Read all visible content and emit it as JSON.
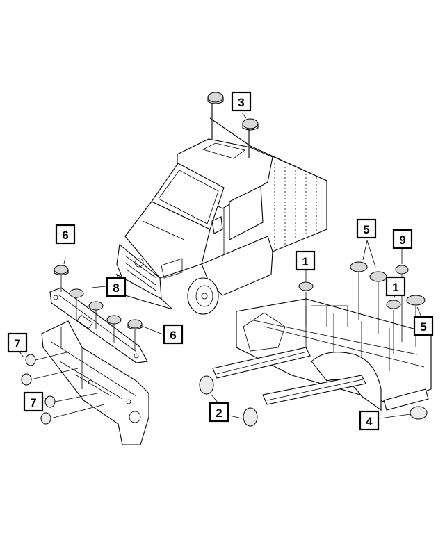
{
  "callouts": {
    "c1a": "1",
    "c1b": "1",
    "c2": "2",
    "c3": "3",
    "c4": "4",
    "c5a": "5",
    "c5b": "5",
    "c6a": "6",
    "c6b": "6",
    "c7a": "7",
    "c7b": "7",
    "c8": "8",
    "c9": "9"
  },
  "colors": {
    "line": "#000000",
    "background": "#ffffff",
    "plug_fill": "#d9d9d9"
  }
}
